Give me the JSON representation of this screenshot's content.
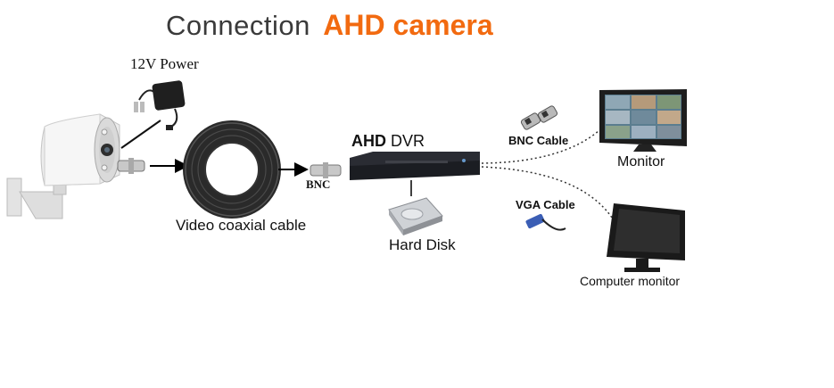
{
  "title": {
    "part1": "Connection",
    "part2": "AHD camera"
  },
  "labels": {
    "power": "12V Power",
    "coax": "Video coaxial cable",
    "bnc": "BNC",
    "dvr_prefix": "AHD",
    "dvr": "DVR",
    "hdd": "Hard Disk",
    "bnc_cable": "BNC Cable",
    "monitor": "Monitor",
    "vga_cable": "VGA Cable",
    "computer_monitor": "Computer monitor"
  },
  "colors": {
    "accent": "#f26a10",
    "title": "#3a3a3a",
    "device": "#1b1d22"
  }
}
